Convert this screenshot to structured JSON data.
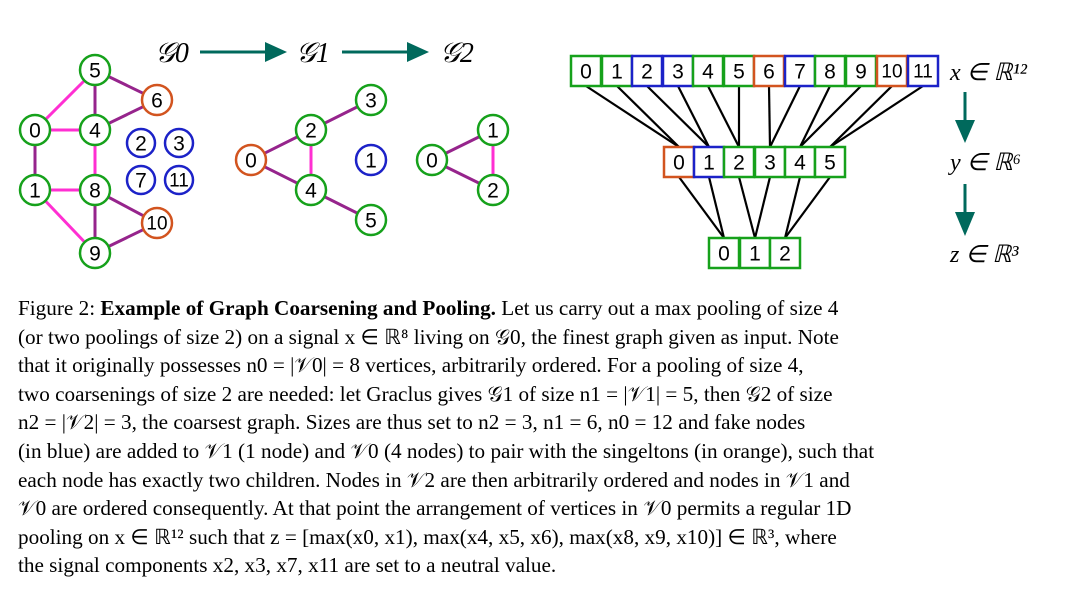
{
  "figure": {
    "graphs": {
      "g0_label": "𝒢0",
      "g1_label": "𝒢1",
      "g2_label": "𝒢2",
      "g0_nodes": [
        "5",
        "6",
        "0",
        "4",
        "2",
        "3",
        "7",
        "11",
        "1",
        "8",
        "10",
        "9"
      ],
      "g1_nodes": [
        "3",
        "2",
        "0",
        "1",
        "4",
        "5"
      ],
      "g2_nodes": [
        "1",
        "0",
        "2"
      ]
    },
    "pooling": {
      "x_cells": [
        "0",
        "1",
        "2",
        "3",
        "4",
        "5",
        "6",
        "7",
        "8",
        "9",
        "10",
        "11"
      ],
      "y_cells": [
        "0",
        "1",
        "2",
        "3",
        "4",
        "5"
      ],
      "z_cells": [
        "0",
        "1",
        "2"
      ],
      "x_label": "x ∈ ℝ¹²",
      "y_label": "y ∈ ℝ⁶",
      "z_label": "z ∈ ℝ³"
    },
    "colors": {
      "real_node": "#16a11b",
      "fake_node": "#1c22c8",
      "singleton_node": "#d2541f",
      "edge_magenta": "#ff2fd2",
      "edge_purple": "#96248c",
      "arrow": "#00695c"
    }
  },
  "caption": {
    "label": "Figure 2:",
    "title": "Example of Graph Coarsening and Pooling.",
    "l1": "Let us carry out a max pooling of size 4",
    "l2": "(or two poolings of size 2) on a signal x ∈ ℝ⁸ living on 𝒢0, the finest graph given as input. Note",
    "l3": "that it originally possesses n0 = |𝒱0| = 8 vertices, arbitrarily ordered. For a pooling of size 4,",
    "l4": "two coarsenings of size 2 are needed: let Graclus gives 𝒢1 of size n1 = |𝒱1| = 5, then 𝒢2 of size",
    "l5": "n2 = |𝒱2| = 3, the coarsest graph. Sizes are thus set to n2 = 3, n1 = 6, n0 = 12 and fake nodes",
    "l6": "(in blue) are added to 𝒱1 (1 node) and 𝒱0 (4 nodes) to pair with the singeltons (in orange), such that",
    "l7": "each node has exactly two children. Nodes in 𝒱2 are then arbitrarily ordered and nodes in 𝒱1 and",
    "l8": "𝒱0 are ordered consequently. At that point the arrangement of vertices in 𝒱0 permits a regular 1D",
    "l9": "pooling on x ∈ ℝ¹² such that z = [max(x0, x1), max(x4, x5, x6), max(x8, x9, x10)] ∈ ℝ³, where",
    "l10": "the signal components x2, x3, x7, x11 are set to a neutral value."
  }
}
